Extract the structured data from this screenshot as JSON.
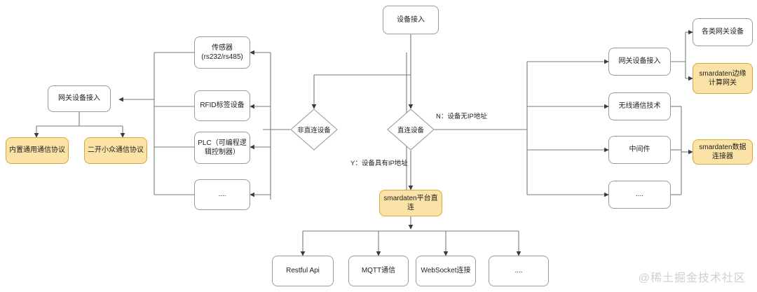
{
  "diagram": {
    "title": "设备接入",
    "watermark": "@稀土掘金技术社区",
    "colors": {
      "highlight_fill": "#fbe2a6",
      "highlight_border": "#d6a93a",
      "node_border": "#9b9b9b",
      "node_fill": "#ffffff",
      "edge_stroke": "#7a7a7a",
      "text": "#1f1f1f",
      "watermark": "#cfcfcf"
    },
    "nodes": {
      "root": "设备接入",
      "decision_indirect": "非直连设备",
      "decision_direct": "直连设备",
      "gateway_access_left": "网关设备接入",
      "protocol_builtin": "内置通用通信协议",
      "protocol_custom": "二开小众通信协议",
      "sensor": "传感器\n(rs232/rs485)",
      "rfid": "RFID标签设备",
      "plc": "PLC（可编程逻辑控制器）",
      "left_more": "....",
      "gateway_access_right": "网关设备接入",
      "wireless": "无线通信技术",
      "middleware": "中间件",
      "right_more": "....",
      "gateway_devices": "各类网关设备",
      "edge_gateway": "smardaten边缘计算网关",
      "data_connector": "smardaten数据连接器",
      "platform_direct": "smardaten平台直连",
      "restful_api": "Restful Api",
      "mqtt": "MQTT通信",
      "websocket": "WebSocket连接",
      "bottom_more": "...."
    },
    "edge_labels": {
      "no_ip": "N：设备无IP地址",
      "has_ip": "Y：设备具有IP地址"
    }
  }
}
